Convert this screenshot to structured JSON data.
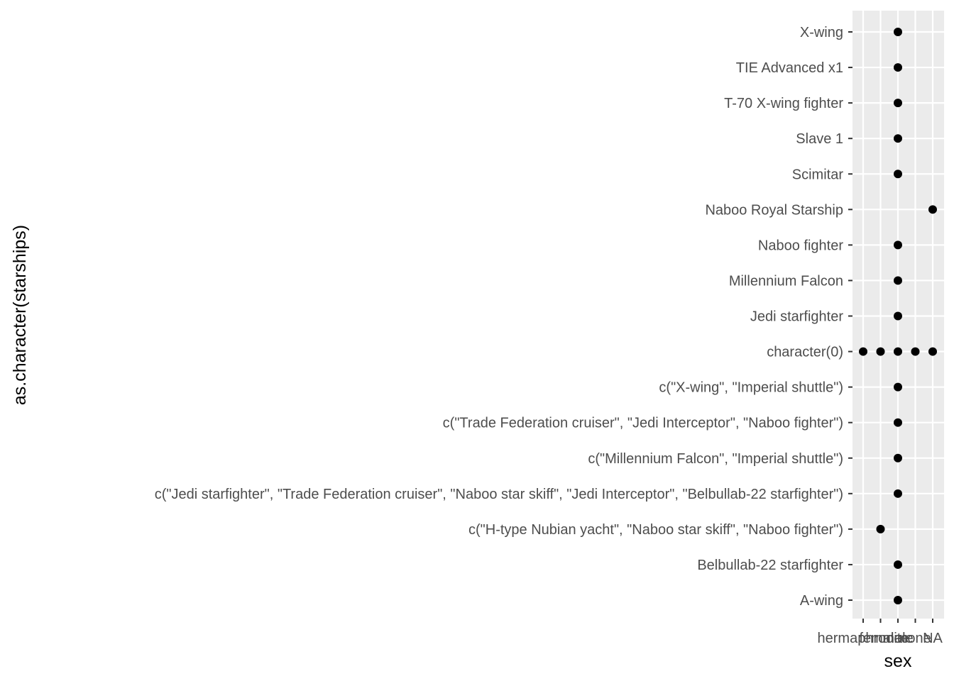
{
  "chart_data": {
    "type": "scatter",
    "title": "",
    "xlabel": "sex",
    "ylabel": "as.character(starships)",
    "x_categories": [
      "hermaphrodite",
      "female",
      "male",
      "none",
      "NA"
    ],
    "y_categories": [
      "A-wing",
      "Belbullab-22 starfighter",
      "c(\"H-type Nubian yacht\", \"Naboo star skiff\", \"Naboo fighter\")",
      "c(\"Jedi starfighter\", \"Trade Federation cruiser\", \"Naboo star skiff\", \"Jedi Interceptor\", \"Belbullab-22 starfighter\")",
      "c(\"Millennium Falcon\", \"Imperial shuttle\")",
      "c(\"Trade Federation cruiser\", \"Jedi Interceptor\", \"Naboo fighter\")",
      "c(\"X-wing\", \"Imperial shuttle\")",
      "character(0)",
      "Jedi starfighter",
      "Millennium Falcon",
      "Naboo fighter",
      "Naboo Royal Starship",
      "Scimitar",
      "Slave 1",
      "T-70 X-wing fighter",
      "TIE Advanced x1",
      "X-wing"
    ],
    "points": [
      {
        "x": "male",
        "y": "A-wing"
      },
      {
        "x": "male",
        "y": "Belbullab-22 starfighter"
      },
      {
        "x": "female",
        "y": "c(\"H-type Nubian yacht\", \"Naboo star skiff\", \"Naboo fighter\")"
      },
      {
        "x": "male",
        "y": "c(\"Jedi starfighter\", \"Trade Federation cruiser\", \"Naboo star skiff\", \"Jedi Interceptor\", \"Belbullab-22 starfighter\")"
      },
      {
        "x": "male",
        "y": "c(\"Millennium Falcon\", \"Imperial shuttle\")"
      },
      {
        "x": "male",
        "y": "c(\"Trade Federation cruiser\", \"Jedi Interceptor\", \"Naboo fighter\")"
      },
      {
        "x": "male",
        "y": "c(\"X-wing\", \"Imperial shuttle\")"
      },
      {
        "x": "hermaphrodite",
        "y": "character(0)"
      },
      {
        "x": "female",
        "y": "character(0)"
      },
      {
        "x": "male",
        "y": "character(0)"
      },
      {
        "x": "none",
        "y": "character(0)"
      },
      {
        "x": "NA",
        "y": "character(0)"
      },
      {
        "x": "male",
        "y": "Jedi starfighter"
      },
      {
        "x": "male",
        "y": "Millennium Falcon"
      },
      {
        "x": "male",
        "y": "Naboo fighter"
      },
      {
        "x": "NA",
        "y": "Naboo Royal Starship"
      },
      {
        "x": "male",
        "y": "Scimitar"
      },
      {
        "x": "male",
        "y": "Slave 1"
      },
      {
        "x": "male",
        "y": "T-70 X-wing fighter"
      },
      {
        "x": "male",
        "y": "TIE Advanced x1"
      },
      {
        "x": "male",
        "y": "X-wing"
      }
    ],
    "grid": true,
    "legend": "none",
    "colors": {
      "panel_background": "#ebebeb",
      "grid_lines": "#ffffff",
      "points": "#000000",
      "tick_text": "#4d4d4d",
      "axis_title": "#000000"
    }
  }
}
